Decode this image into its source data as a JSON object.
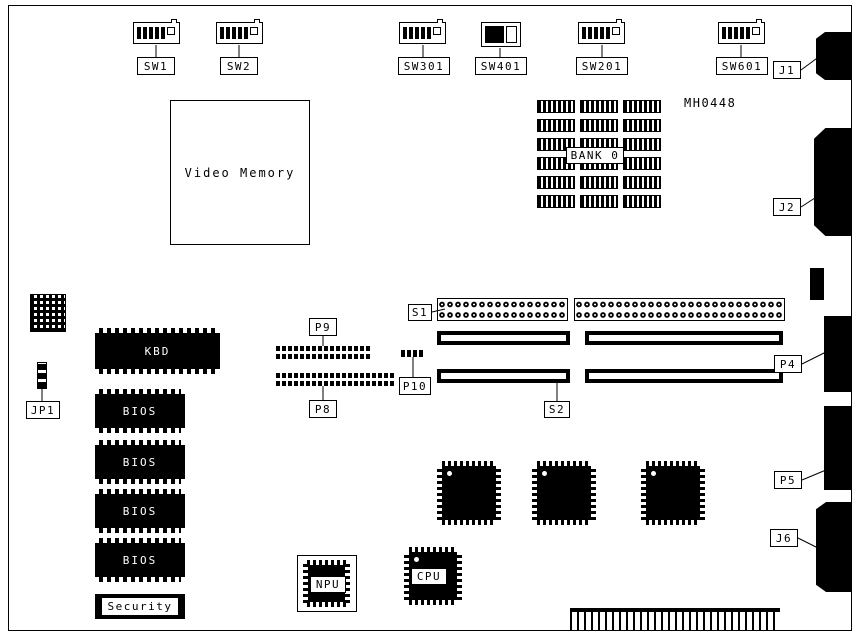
{
  "board": {
    "part_number": "MH0448"
  },
  "labels": {
    "sw1": "SW1",
    "sw2": "SW2",
    "sw301": "SW301",
    "sw401": "SW401",
    "sw201": "SW201",
    "sw601": "SW601",
    "j1": "J1",
    "j2": "J2",
    "p4": "P4",
    "p5": "P5",
    "j6": "J6",
    "jp1": "JP1",
    "p8": "P8",
    "p9": "P9",
    "p10": "P10",
    "s1": "S1",
    "s2": "S2",
    "bank0": "BANK 0",
    "npu": "NPU",
    "cpu": "CPU"
  },
  "chips": {
    "kbd": "KBD",
    "bios": "BIOS",
    "security": "Security",
    "video_memory": "Video Memory"
  }
}
